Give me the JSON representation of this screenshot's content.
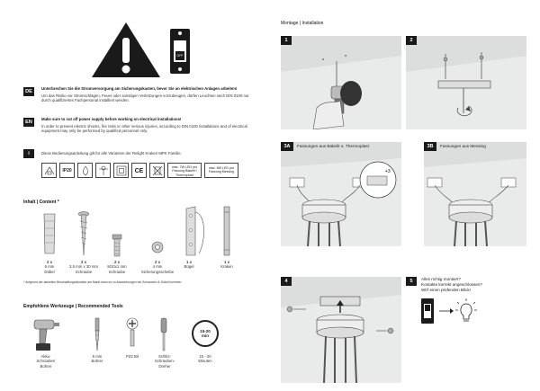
{
  "page_title": "Montage | Installation",
  "warning": {
    "switch_label": "OFF"
  },
  "langs": [
    {
      "code": "DE",
      "bold": "Unterbrechen Sie die Stromversorgung am Sicherungskasten, bevor Sie an elektrischen Anlagen arbeiten!",
      "text": "Um das Risiko vor Stromschlägen, Feuer oder sonstigen Verletzungen vorzubeugen, dürfen Leuchten nach DIN 0100 nur durch qualifiziertes Fachpersonal installiert werden."
    },
    {
      "code": "EN",
      "bold": "Make sure to cut off power supply before working on electrical installations!",
      "text": "In order to prevent electric shocks, fire risks or other serious injuries, according to DIN 0100 installations and of electrical equipment may only be performed by qualified personnel only."
    },
    {
      "code": "i",
      "bold": "",
      "text": "Diese Bedienungsanleitung gilt für alle Varianten der Relight Kraken MPK Familie."
    }
  ],
  "symbols": [
    "IP20",
    "max. 7W LED pro Fassung Bakelit / Thermoplast",
    "max. 8W LED pro Fassung Messing"
  ],
  "contents": {
    "title": "Inhalt | Content *",
    "items": [
      {
        "qty": "2 x",
        "label": "6 mm\nDübel"
      },
      {
        "qty": "2 x",
        "label": "3,5 mm x 30 mm\nSchraube"
      },
      {
        "qty": "2 x",
        "label": "M10x1 mm\nSchraube"
      },
      {
        "qty": "2 x",
        "label": "4 mm\nSicherungsscheibe"
      },
      {
        "qty": "1 x",
        "label": "Bügel"
      },
      {
        "qty": "1 x",
        "label": "Kraken"
      }
    ],
    "footnote": "* Aufgrund der aktuellen Beschaffungssituation am Markt kann es zu Abweichungen bei Schrauben & Dübel kommen."
  },
  "tools": {
    "title": "Empfohlene Werkzeuge | Recommended Tools",
    "items": [
      {
        "label": "Akku-\nSchrauber/\nBohrer"
      },
      {
        "label": "6 mm\nBohrer"
      },
      {
        "label": "PZ2 Bit"
      },
      {
        "label": "Schlitz-\nSchrauben-\nDreher"
      },
      {
        "label": "15 - 20\nMinuten"
      }
    ],
    "timer": "15-20\nmin"
  },
  "steps": [
    {
      "num": "1",
      "title": ""
    },
    {
      "num": "2",
      "title": ""
    },
    {
      "num": "3A",
      "title": "Fassungen aus Bakelit o. Thermoplast"
    },
    {
      "num": "3B",
      "title": "Fassungen aus Messing"
    },
    {
      "num": "4",
      "title": ""
    },
    {
      "num": "5",
      "title": "Alles richtig montiert?\nKontakte korrekt angeschlossen?\nWirf einen prüfenden Blick!"
    }
  ],
  "step3a_detail": "+3",
  "colors": {
    "dark": "#1a1a1a",
    "panel": "#e9eaea",
    "line": "#555555"
  }
}
